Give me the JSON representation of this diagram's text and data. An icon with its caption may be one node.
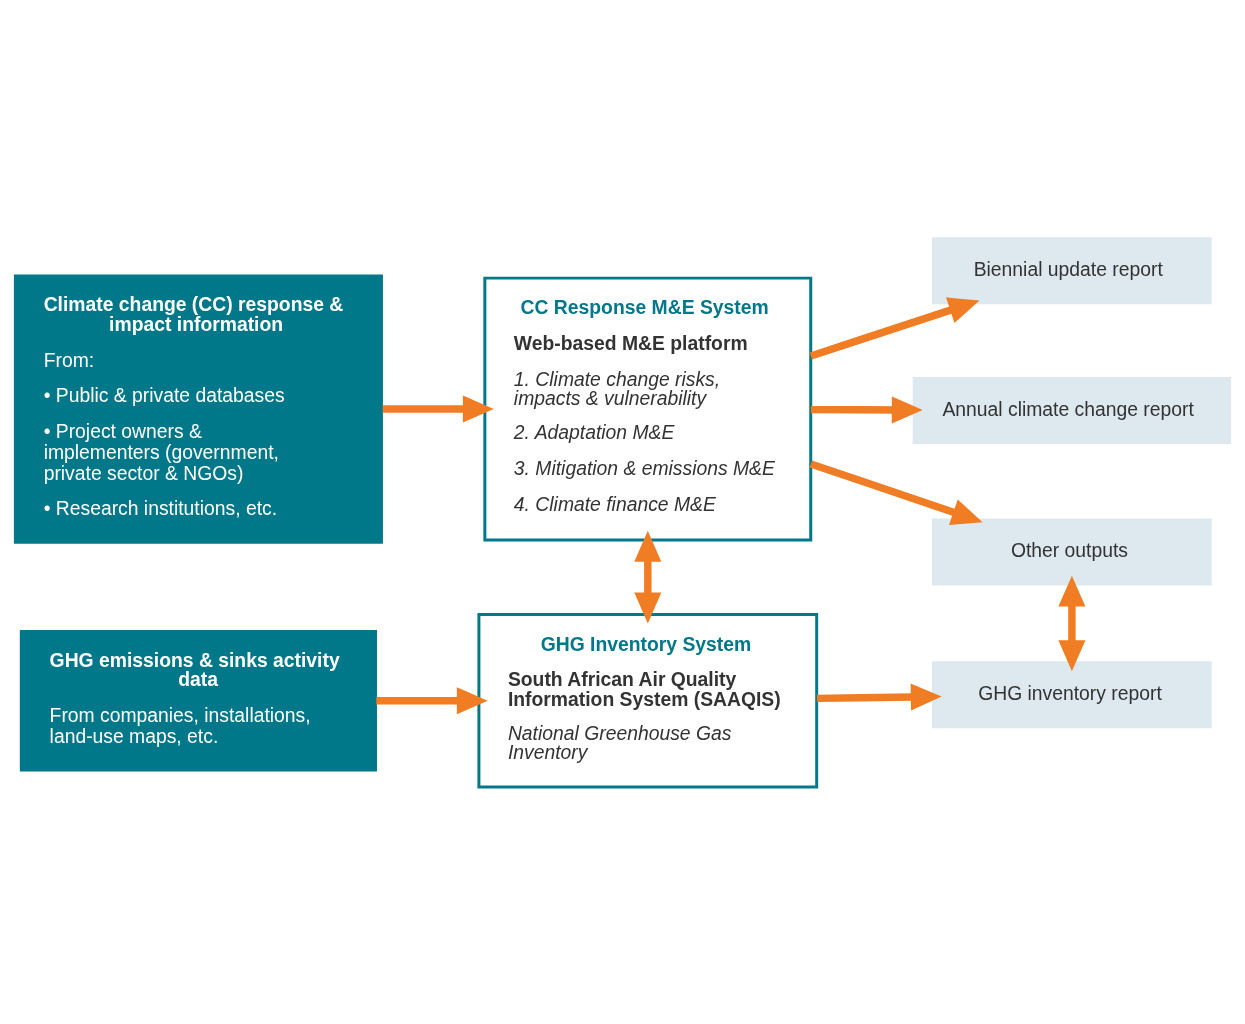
{
  "diagram": {
    "nodes": [
      {
        "text": [
          "Climate change (CC) response & impact information",
          "From:",
          "• Public & private databases",
          "• Project owners & implementers (government, private sector & NGOs)",
          "• Research institutions, etc."
        ]
      },
      {
        "text": [
          "CC Response M&E System",
          "Web-based M&E platform",
          "1. Climate change risks, impacts & vulnerability",
          "2. Adaptation M&E",
          "3. Mitigation & emissions M&E",
          "4. Climate finance M&E"
        ]
      },
      {
        "text": [
          "Biennial update report"
        ]
      },
      {
        "text": [
          "Annual climate change report"
        ]
      },
      {
        "text": [
          "Other outputs"
        ]
      },
      {
        "text": [
          "GHG emissions & sinks activity data",
          "From companies, installations, land-use maps, etc."
        ]
      },
      {
        "text": [
          "GHG Inventory System",
          "South African Air Quality Information System (SAAQIS)",
          "National Greenhouse Gas Inventory"
        ]
      },
      {
        "text": [
          "GHG inventory report"
        ]
      }
    ],
    "edges": [
      {
        "from": 0,
        "to": 1,
        "arrow": "to"
      },
      {
        "from": 1,
        "to": 2,
        "arrow": "to"
      },
      {
        "from": 1,
        "to": 3,
        "arrow": "to"
      },
      {
        "from": 1,
        "to": 4,
        "arrow": "to"
      },
      {
        "from": 1,
        "to": 6,
        "arrow": "both"
      },
      {
        "from": 4,
        "to": 7,
        "arrow": "both"
      },
      {
        "from": 5,
        "to": 6,
        "arrow": "to"
      },
      {
        "from": 6,
        "to": 7,
        "arrow": "to"
      }
    ]
  }
}
